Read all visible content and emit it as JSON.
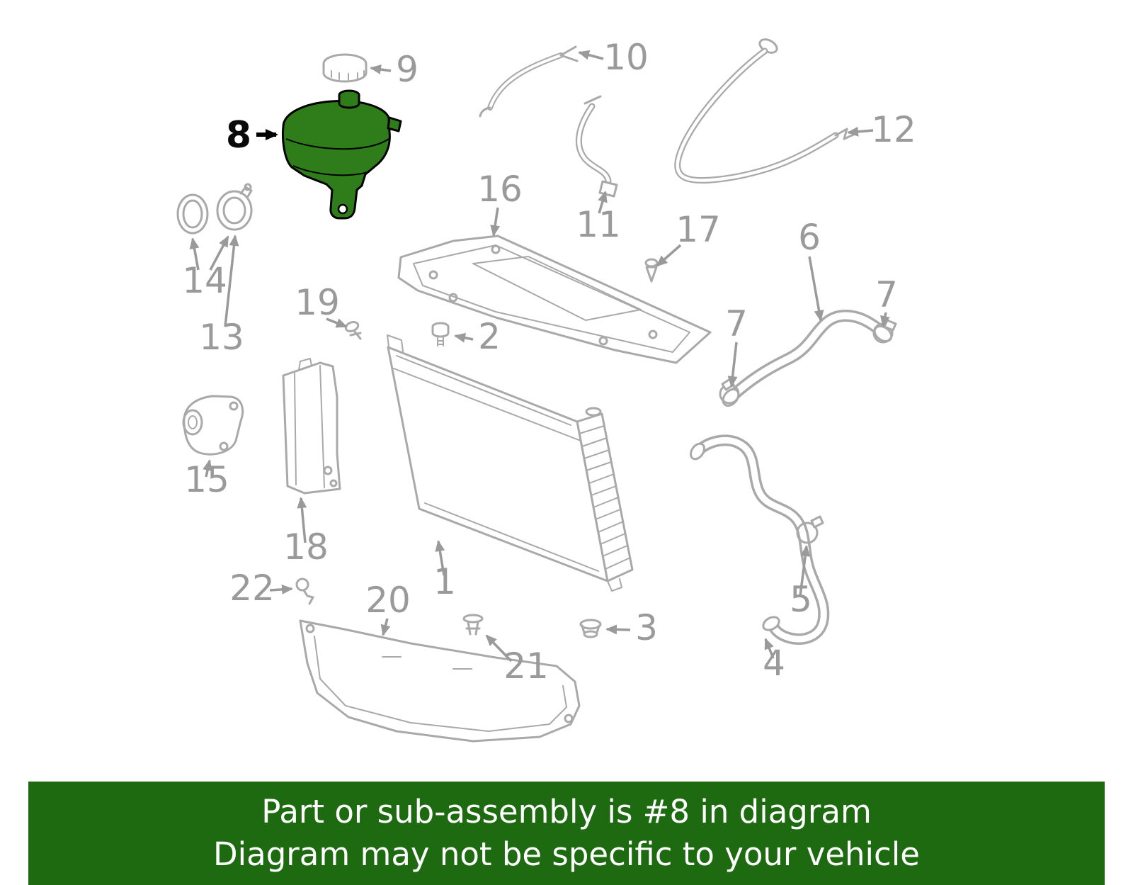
{
  "banner": {
    "line1": "Part or sub-assembly is #8 in diagram",
    "line2": "Diagram may not be specific to your vehicle"
  },
  "colors": {
    "highlight_green": "#2e7d1a",
    "banner_green": "#1d6a10",
    "banner_text": "#ffffff",
    "line_gray": "#a9a9a9",
    "label_gray": "#9a9a9a",
    "highlight_label": "#0a0a0a"
  },
  "callouts": {
    "c1": {
      "label": "1"
    },
    "c2": {
      "label": "2"
    },
    "c3": {
      "label": "3"
    },
    "c4": {
      "label": "4"
    },
    "c5": {
      "label": "5"
    },
    "c6": {
      "label": "6"
    },
    "c7a": {
      "label": "7"
    },
    "c7b": {
      "label": "7"
    },
    "c8": {
      "label": "8"
    },
    "c9": {
      "label": "9"
    },
    "c10": {
      "label": "10"
    },
    "c11": {
      "label": "11"
    },
    "c12": {
      "label": "12"
    },
    "c13": {
      "label": "13"
    },
    "c14": {
      "label": "14"
    },
    "c15": {
      "label": "15"
    },
    "c16": {
      "label": "16"
    },
    "c17": {
      "label": "17"
    },
    "c18": {
      "label": "18"
    },
    "c19": {
      "label": "19"
    },
    "c20": {
      "label": "20"
    },
    "c21": {
      "label": "21"
    },
    "c22": {
      "label": "22"
    }
  }
}
